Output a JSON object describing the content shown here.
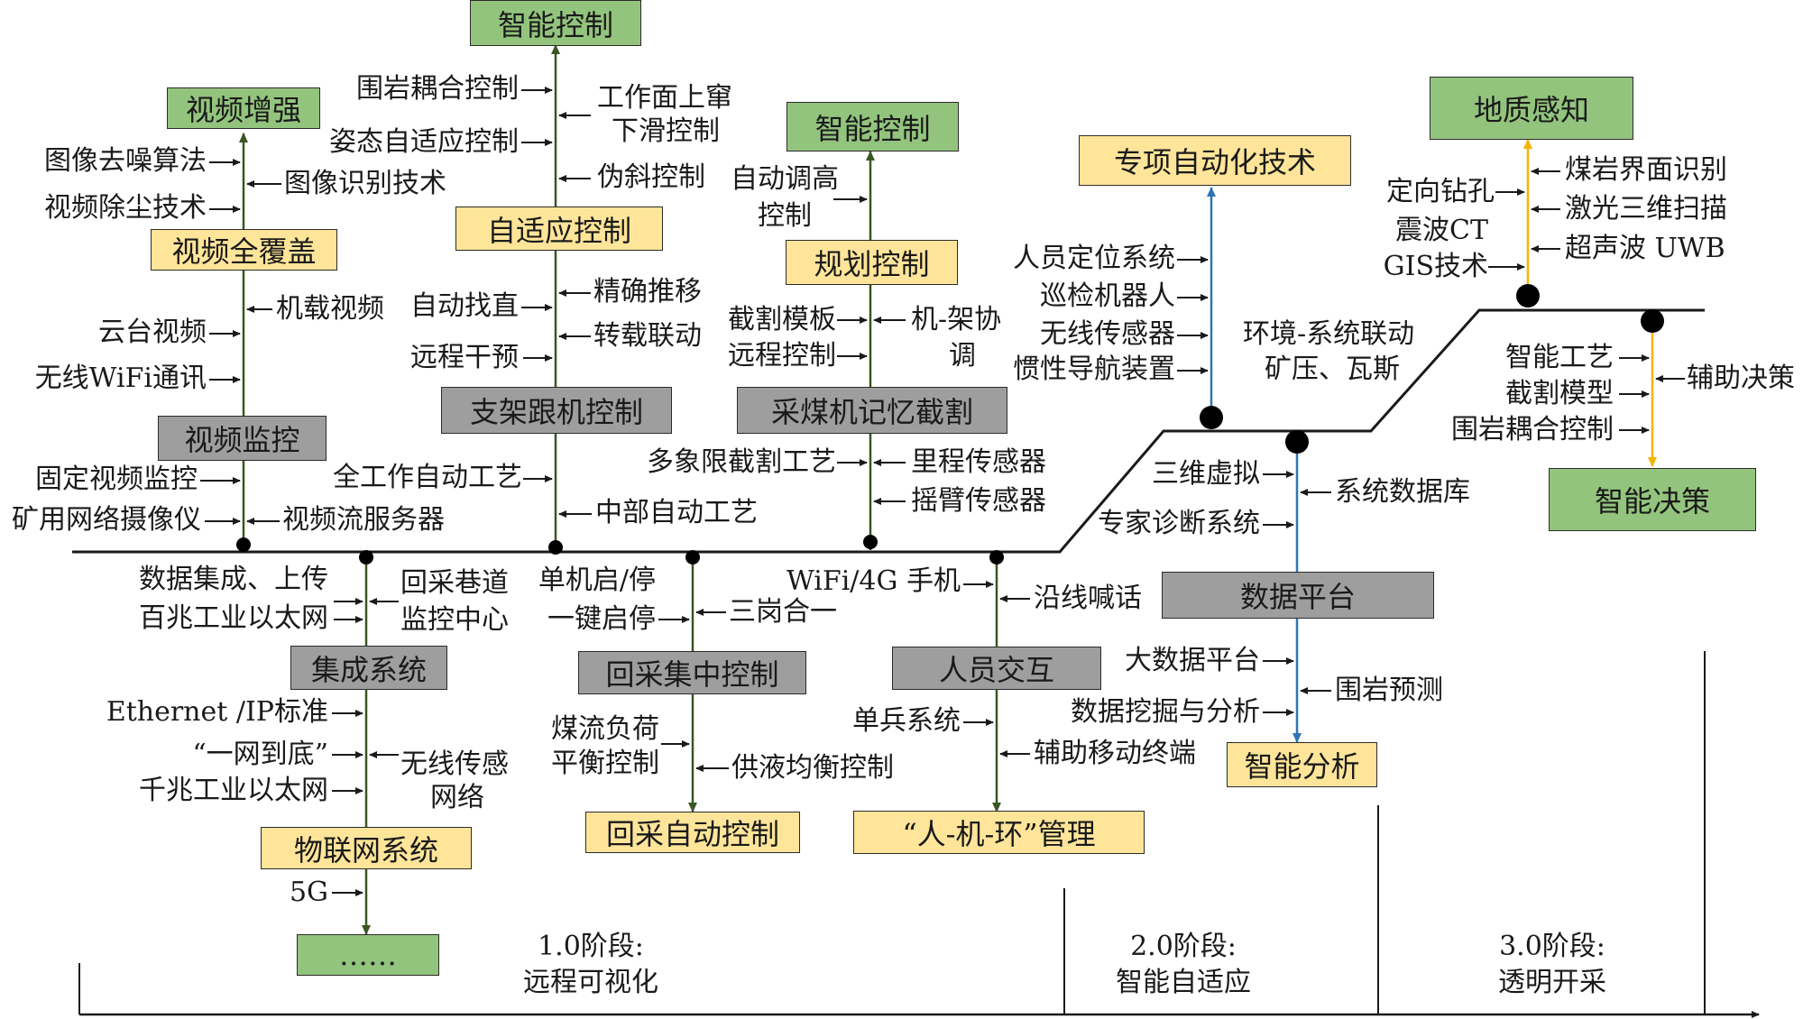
{
  "colors": {
    "green_box": "#93c47d",
    "yellow_box": "#ffe599",
    "gray_box": "#9e9e9e",
    "green_line": "#385723",
    "blue_line": "#2e75b6",
    "yellow_line": "#f4b400",
    "dark": "#1a1a1a"
  },
  "boxes": {
    "video_enhance": "视频增强",
    "video_full": "视频全覆盖",
    "video_monitor": "视频监控",
    "smart_ctrl_1": "智能控制",
    "adaptive_ctrl": "自适应控制",
    "support_follow": "支架跟机控制",
    "smart_ctrl_2": "智能控制",
    "plan_ctrl": "规划控制",
    "shearer_memory": "采煤机记忆截割",
    "special_auto": "专项自动化技术",
    "geo_sense": "地质感知",
    "smart_decision": "智能决策",
    "integrated_sys": "集成系统",
    "iot_sys": "物联网系统",
    "ellipsis_box": "……",
    "central_ctrl": "回采集中控制",
    "auto_ctrl": "回采自动控制",
    "human_interact": "人员交互",
    "hme_manage": "“人-机-环”管理",
    "data_platform": "数据平台",
    "smart_analysis": "智能分析"
  },
  "labels": {
    "img_denoise": "图像去噪算法",
    "img_recog": "图像识别技术",
    "video_dedust": "视频除尘技术",
    "ptz_video": "云台视频",
    "onboard_video": "机载视频",
    "wifi_comm": "无线WiFi通讯",
    "fixed_video": "固定视频监控",
    "mine_camera": "矿用网络摄像仪",
    "video_server": "视频流服务器",
    "rock_coupling": "围岩耦合控制",
    "face_upper": "工作面上窜",
    "face_lower": "下滑控制",
    "posture_adapt": "姿态自适应控制",
    "pseudo_tilt": "伪斜控制",
    "auto_straight": "自动找直",
    "precise_push": "精确推移",
    "transfer_link": "转载联动",
    "remote_interv": "远程干预",
    "full_auto": "全工作自动工艺",
    "mid_auto": "中部自动工艺",
    "self_tune_1": "自动调高",
    "self_tune_2": "控制",
    "cut_template": "截割模板",
    "remote_ctrl": "远程控制",
    "machine_coop_1": "机-架协",
    "machine_coop_2": "调",
    "multi_quad": "多象限截割工艺",
    "odometer": "里程传感器",
    "rocker_sensor": "摇臂传感器",
    "personnel_pos": "人员定位系统",
    "inspect_robot": "巡检机器人",
    "wireless_sensor": "无线传感器",
    "inertial_nav": "惯性导航装置",
    "env_link": "环境-系统联动",
    "mine_pressure": "矿压、瓦斯",
    "dir_drill": "定向钻孔",
    "seismic_ct": "震波CT",
    "gis": "GIS技术",
    "coal_rock": "煤岩界面识别",
    "laser_scan": "激光三维扫描",
    "ultrasonic": "超声波 UWB",
    "smart_process": "智能工艺",
    "cut_model": "截割模型",
    "rock_coupling_2": "围岩耦合控制",
    "aux_decision": "辅助决策",
    "data_upload": "数据集成、上传",
    "gigabit_100": "百兆工业以太网",
    "return_lane": "回采巷道",
    "monitor_center": "监控中心",
    "ethernet_ip": "Ethernet /IP标准",
    "one_net": "“一网到底”",
    "wireless_net_1": "无线传感",
    "wireless_net_2": "网络",
    "gigabit_1000": "千兆工业以太网",
    "fiveg": "5G",
    "single_start": "单机启/停",
    "one_key": "一键启停",
    "three_post": "三岗合一",
    "coal_flow_1": "煤流负荷",
    "coal_flow_2": "平衡控制",
    "fluid_balance": "供液均衡控制",
    "wifi_4g": "WiFi/4G 手机",
    "line_call": "沿线喊话",
    "soldier_sys": "单兵系统",
    "aux_mobile": "辅助移动终端",
    "vr_3d": "三维虚拟",
    "expert_diag": "专家诊断系统",
    "sys_db": "系统数据库",
    "big_data": "大数据平台",
    "rock_predict": "围岩预测",
    "data_mining": "数据挖掘与分析"
  },
  "stages": [
    {
      "title": "1.0阶段:",
      "subtitle": "远程可视化"
    },
    {
      "title": "2.0阶段:",
      "subtitle": "智能自适应"
    },
    {
      "title": "3.0阶段:",
      "subtitle": "透明开采"
    }
  ]
}
